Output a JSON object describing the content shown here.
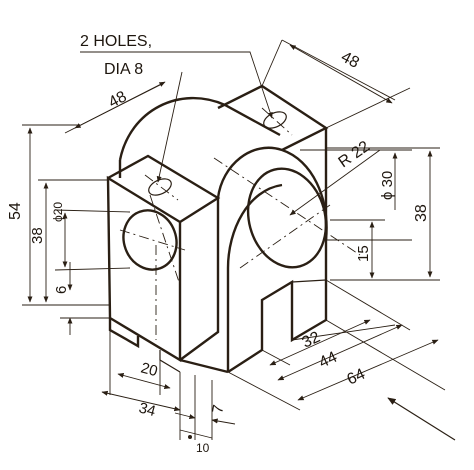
{
  "note": {
    "line1": "2 HOLES,",
    "line2": "DIA 8"
  },
  "dimensions": {
    "top_width": "48",
    "top_depth": "48",
    "overall_height": "54",
    "height_38_left": "38",
    "hole_dia_20": "ϕ20",
    "base_6": "6",
    "slot_20": "20",
    "width_34": "34",
    "gap_7": "7",
    "offset_10": "10",
    "radius_22": "R 22",
    "dia_30": "ϕ 30",
    "height_38_right": "38",
    "height_15": "15",
    "len_32": "32",
    "len_44": "44",
    "len_64": "64"
  },
  "colors": {
    "ink": "#2a1f14",
    "paper": "#ffffff"
  }
}
